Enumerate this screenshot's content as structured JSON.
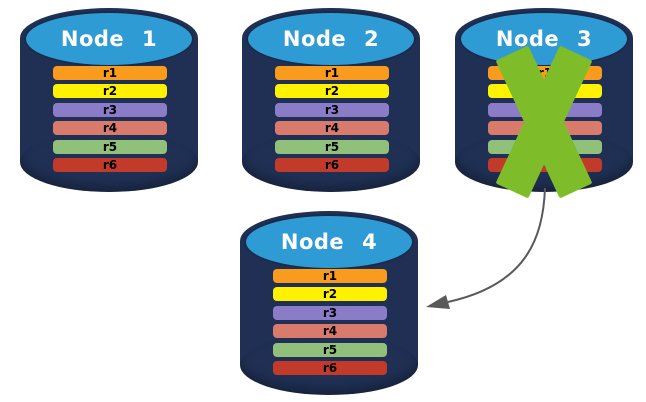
{
  "diagram_title": "node-replication-failover",
  "nodes": [
    {
      "label": "Node 1",
      "failed": false
    },
    {
      "label": "Node 2",
      "failed": false
    },
    {
      "label": "Node 3",
      "failed": true
    },
    {
      "label": "Node 4",
      "failed": false
    }
  ],
  "rows": [
    {
      "label": "r1",
      "color": "#F99B1C"
    },
    {
      "label": "r2",
      "color": "#FFF200"
    },
    {
      "label": "r3",
      "color": "#8B7CC8"
    },
    {
      "label": "r4",
      "color": "#D97B6C"
    },
    {
      "label": "r5",
      "color": "#90C07A"
    },
    {
      "label": "r6",
      "color": "#C23B2A"
    }
  ],
  "colors": {
    "canvas_bg": "#ffffff",
    "cylinder_body": "#1F3054",
    "cylinder_top": "#2E9BD5",
    "cylinder_top_border": "#1A2B4A",
    "title_text": "#ffffff",
    "row_text": "#000000",
    "failure_x": "#7FBC29",
    "arrow": "#595959"
  }
}
